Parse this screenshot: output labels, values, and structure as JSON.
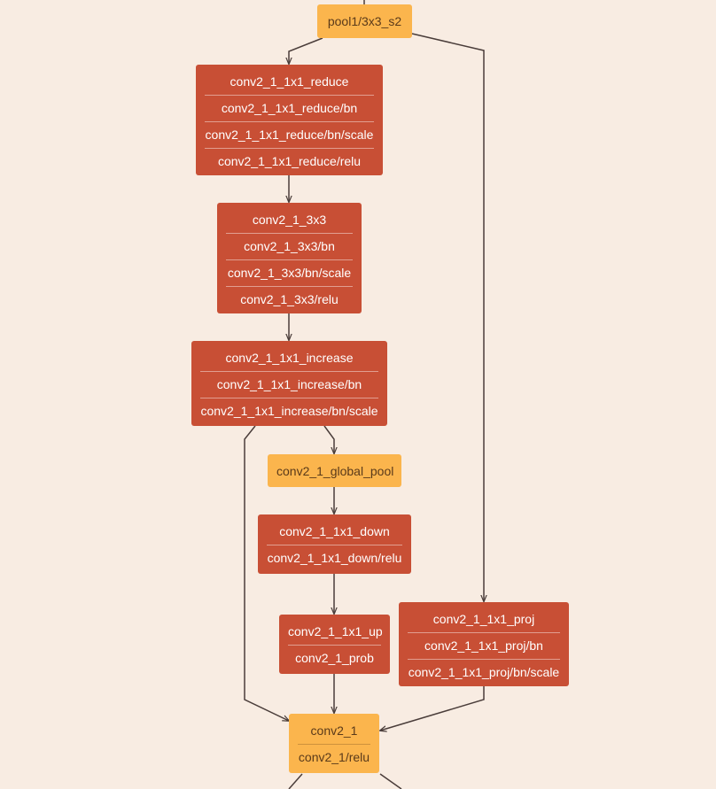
{
  "colors": {
    "background": "#f8ece2",
    "layer_block": "#c84f35",
    "pool_eltwise_block": "#fbb54d",
    "edge": "#4a3d3a"
  },
  "nodes": {
    "pool1": {
      "lines": [
        "pool1/3x3_s2"
      ]
    },
    "reduce": {
      "lines": [
        "conv2_1_1x1_reduce",
        "conv2_1_1x1_reduce/bn",
        "conv2_1_1x1_reduce/bn/scale",
        "conv2_1_1x1_reduce/relu"
      ]
    },
    "conv3x3": {
      "lines": [
        "conv2_1_3x3",
        "conv2_1_3x3/bn",
        "conv2_1_3x3/bn/scale",
        "conv2_1_3x3/relu"
      ]
    },
    "increase": {
      "lines": [
        "conv2_1_1x1_increase",
        "conv2_1_1x1_increase/bn",
        "conv2_1_1x1_increase/bn/scale"
      ]
    },
    "global_pool": {
      "lines": [
        "conv2_1_global_pool"
      ]
    },
    "down": {
      "lines": [
        "conv2_1_1x1_down",
        "conv2_1_1x1_down/relu"
      ]
    },
    "up": {
      "lines": [
        "conv2_1_1x1_up",
        "conv2_1_prob"
      ]
    },
    "proj": {
      "lines": [
        "conv2_1_1x1_proj",
        "conv2_1_1x1_proj/bn",
        "conv2_1_1x1_proj/bn/scale"
      ]
    },
    "sum": {
      "lines": [
        "conv2_1",
        "conv2_1/relu"
      ]
    }
  }
}
